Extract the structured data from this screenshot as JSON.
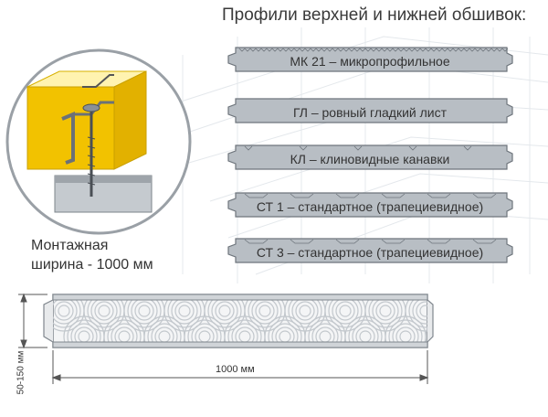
{
  "heading": "Профили верхней и нижней обшивок:",
  "profiles": [
    {
      "label": "МК 21 – микропрофильное",
      "type": "micro"
    },
    {
      "label": "ГЛ – ровный гладкий лист",
      "type": "flat"
    },
    {
      "label": "КЛ – клиновидные канавки",
      "type": "wedge"
    },
    {
      "label": "СТ 1 – стандартное (трапециевидное)",
      "type": "trapezoid"
    },
    {
      "label": "СТ 3 – стандартное (трапециевидное)",
      "type": "trapezoid"
    }
  ],
  "montage_label": {
    "line1": "Монтажная",
    "line2": "ширина - 1000 мм"
  },
  "panel_width_label": "1000 мм",
  "panel_thickness_label": "50-150 мм",
  "colors": {
    "profile_fill": "#b8bec4",
    "profile_stroke": "#6e757c",
    "core_yellow": "#f2c200",
    "frame_gray": "#9ea4aa",
    "background_lines": "#e6eaee"
  }
}
